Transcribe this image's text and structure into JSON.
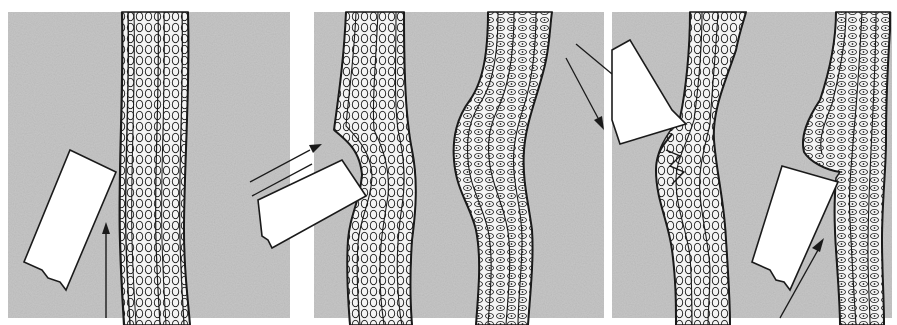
{
  "figure": {
    "panels": [
      {
        "id": "panel-1",
        "stage": "blade-approaching-tissue"
      },
      {
        "id": "panel-2",
        "stage": "blade-pressing-indentation"
      },
      {
        "id": "panel-3",
        "stage": "tissue-after-indentation"
      },
      {
        "id": "panel-4",
        "stage": "blade-cutting-through"
      },
      {
        "id": "panel-5",
        "stage": "blade-cutting-through-upward"
      }
    ],
    "colors": {
      "background_gray": "#c8c8c8",
      "ink": "#1a1a1a",
      "blade_fill": "#ffffff",
      "tissue_fill": "#f4f4f4"
    }
  }
}
